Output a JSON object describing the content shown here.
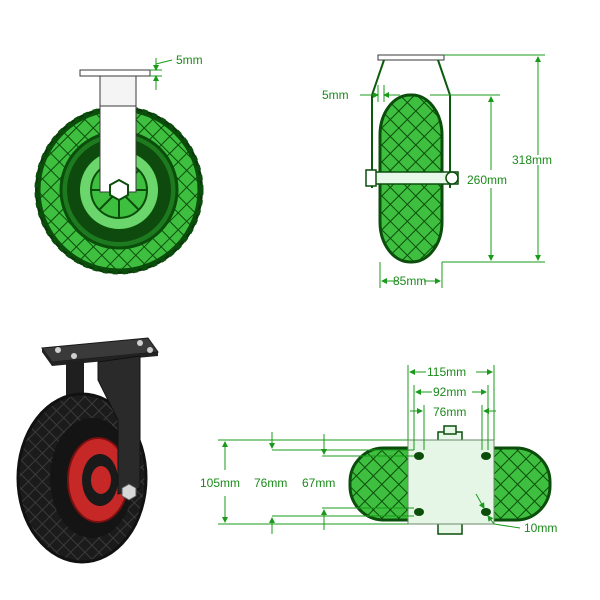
{
  "colors": {
    "green": "#2fa82f",
    "light_green": "#7ee07e",
    "dark_green": "#0c5a0c",
    "dimension": "#1a9a1a",
    "photo_tire": "#1b1b1b",
    "photo_rim": "#c62828",
    "photo_bracket": "#2a2a2a"
  },
  "labels": {
    "front_top_plate": "5mm",
    "side_plate": "5mm",
    "total_height": "318mm",
    "wheel_diameter": "260mm",
    "wheel_width": "85mm",
    "plate_width": "115mm",
    "hole_span_outer": "92mm",
    "hole_span_inner": "76mm",
    "plate_length": "105mm",
    "hole_length_outer": "76mm",
    "hole_length_inner": "67mm",
    "hole_diameter": "10mm"
  },
  "icons": {
    "front_view": "caster-wheel-front-icon",
    "side_view": "caster-wheel-side-icon",
    "photo": "caster-wheel-photo-icon",
    "top_view": "caster-wheel-top-icon"
  }
}
